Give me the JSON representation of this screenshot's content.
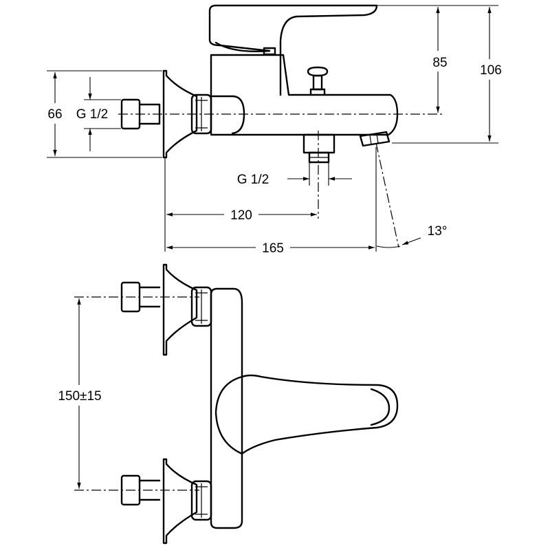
{
  "dimensions": {
    "height_lever": "85",
    "height_total": "106",
    "flange_diameter": "66",
    "inlet_thread": "G 1/2",
    "outlet_thread": "G 1/2",
    "depth_to_outlet": "120",
    "depth_to_spout": "165",
    "spout_angle": "13°",
    "centre_distance": "150±15"
  }
}
